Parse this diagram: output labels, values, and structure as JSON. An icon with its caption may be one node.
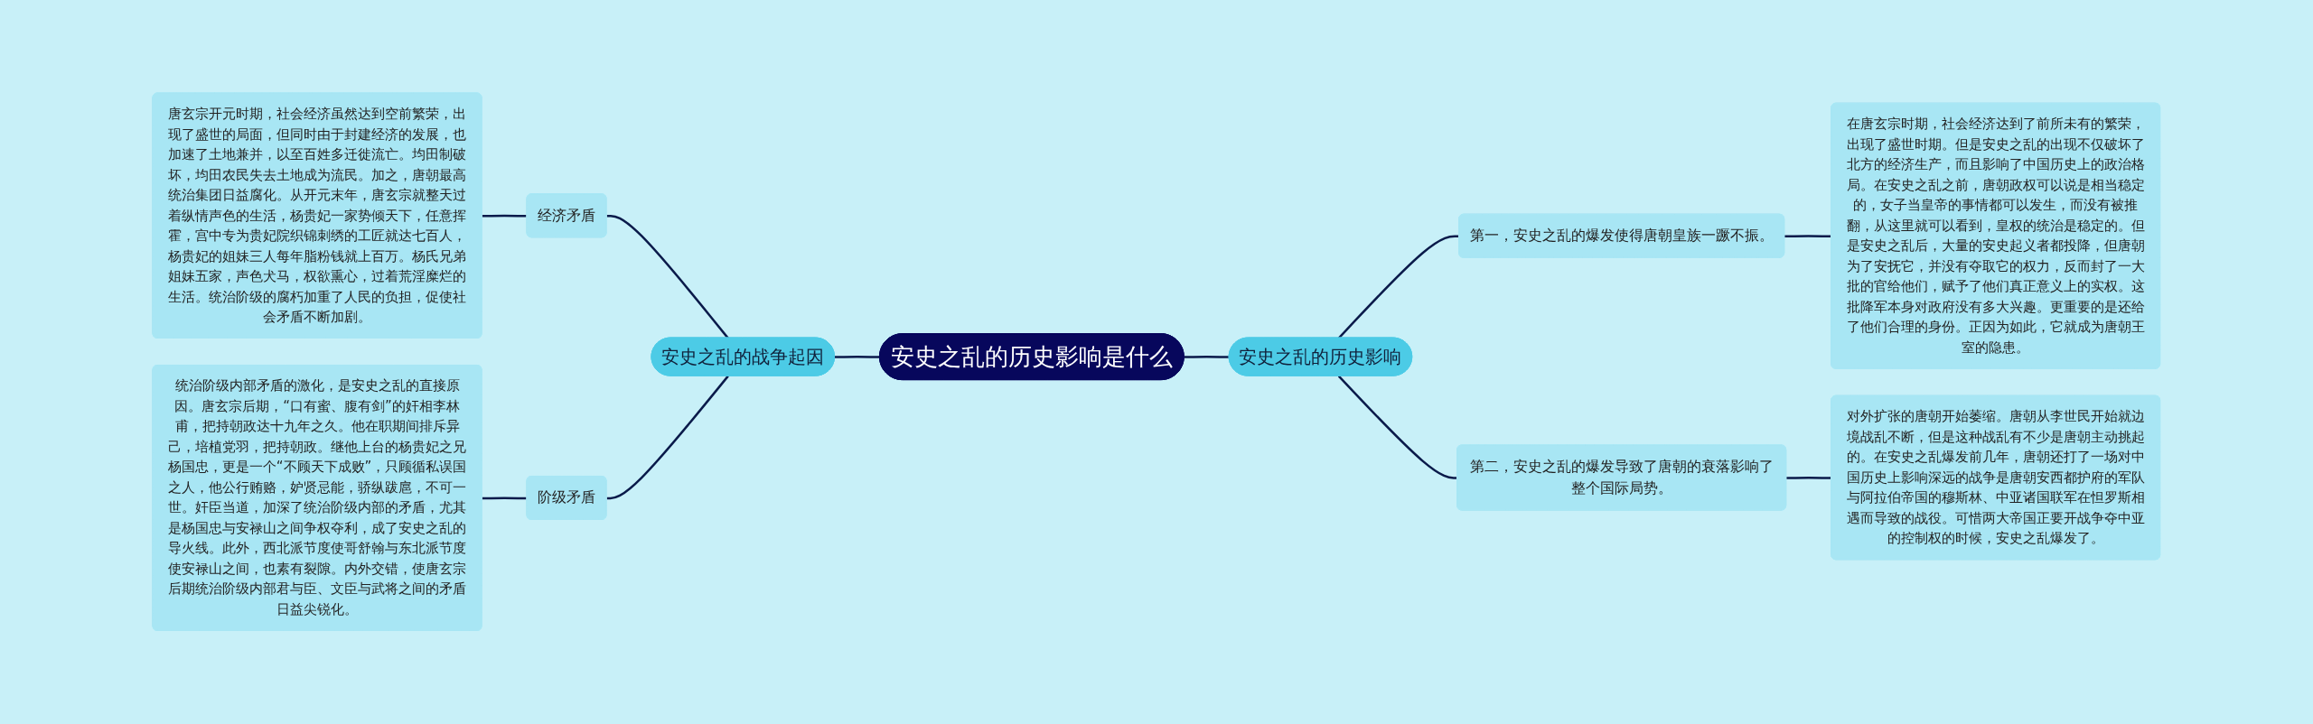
{
  "diagram": {
    "nodes": [
      {
        "text": [
          "安史之乱的历史影响是什么"
        ]
      },
      {
        "text": [
          "安史之乱的战争起因"
        ]
      },
      {
        "text": [
          "经济矛盾"
        ]
      },
      {
        "text": [
          "唐玄宗开元时期，社会经济虽然达到空前繁荣，出现了盛世的局面，但同时由于封建经济的发展，也加速了土地兼并，以至百姓多迁徙流亡。均田制破坏，均田农民失去土地成为流民。加之，唐朝最高统治集团日益腐化。从开元末年，唐玄宗就整天过着纵情声色的生活，杨贵妃一家势倾天下，任意挥霍，宫中专为贵妃院织锦刺绣的工匠就达七百人，杨贵妃的姐妹三人每年脂粉钱就上百万。杨氏兄弟姐妹五家，声色犬马，权欲熏心，过着荒淫糜烂的生活。统治阶级的腐朽加重了人民的负担，促使社会矛盾不断加剧。"
        ]
      },
      {
        "text": [
          "阶级矛盾"
        ]
      },
      {
        "text": [
          "统治阶级内部矛盾的激化，是安史之乱的直接原因。唐玄宗后期，“口有蜜、腹有剑”的奸相李林甫，把持朝政达十九年之久。他在职期间排斥异己，培植党羽，把持朝政。继他上台的杨贵妃之兄杨国忠，更是一个“不顾天下成败”，只顾循私误国之人，他公行贿赂，妒贤忌能，骄纵跋扈，不可一世。奸臣当道，加深了统治阶级内部的矛盾，尤其是杨国忠与安禄山之间争权夺利，成了安史之乱的导火线。此外，西北派节度使哥舒翰与东北派节度使安禄山之间，也素有裂隙。内外交错，使唐玄宗后期统治阶级内部君与臣、文臣与武将之间的矛盾日益尖锐化。"
        ]
      },
      {
        "text": [
          "安史之乱的历史影响"
        ]
      },
      {
        "text": [
          "第一，安史之乱的爆发使得唐朝皇族一蹶不振。"
        ]
      },
      {
        "text": [
          "在唐玄宗时期，社会经济达到了前所未有的繁荣，出现了盛世时期。但是安史之乱的出现不仅破坏了北方的经济生产，而且影响了中国历史上的政治格局。在安史之乱之前，唐朝政权可以说是相当稳定的，女子当皇帝的事情都可以发生，而没有被推翻，从这里就可以看到，皇权的统治是稳定的。但是安史之乱后，大量的安史起义者都投降，但唐朝为了安抚它，并没有夺取它的权力，反而封了一大批的官给他们，赋予了他们真正意义上的实权。这批降军本身对政府没有多大兴趣。更重要的是还给了他们合理的身份。正因为如此，它就成为唐朝王室的隐患。"
        ]
      },
      {
        "text": [
          "第二，安史之乱的爆发导致了唐朝的衰落影响了整个国际局势。"
        ]
      },
      {
        "text": [
          "对外扩张的唐朝开始萎缩。唐朝从李世民开始就边境战乱不断，但是这种战乱有不少是唐朝主动挑起的。在安史之乱爆发前几年，唐朝还打了一场对中国历史上影响深远的战争是唐朝安西都护府的军队与阿拉伯帝国的穆斯林、中亚诸国联军在怛罗斯相遇而导致的战役。可惜两大帝国正要开战争夺中亚的控制权的时候，安史之乱爆发了。"
        ]
      }
    ],
    "edges": [
      {
        "from": 3,
        "to": 2,
        "arrow": "none"
      },
      {
        "from": 2,
        "to": 1,
        "arrow": "none"
      },
      {
        "from": 5,
        "to": 4,
        "arrow": "none"
      },
      {
        "from": 4,
        "to": 1,
        "arrow": "none"
      },
      {
        "from": 1,
        "to": 0,
        "arrow": "none"
      },
      {
        "from": 0,
        "to": 6,
        "arrow": "none"
      },
      {
        "from": 6,
        "to": 7,
        "arrow": "none"
      },
      {
        "from": 7,
        "to": 8,
        "arrow": "none"
      },
      {
        "from": 6,
        "to": 9,
        "arrow": "none"
      },
      {
        "from": 9,
        "to": 10,
        "arrow": "none"
      }
    ]
  }
}
